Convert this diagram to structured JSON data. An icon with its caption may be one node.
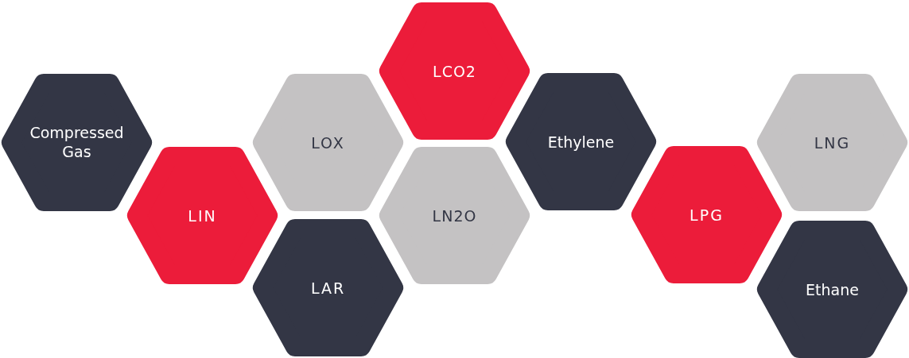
{
  "diagram": {
    "nodes": [
      {
        "text": [
          "Compressed Gas"
        ]
      },
      {
        "text": [
          "LIN"
        ]
      },
      {
        "text": [
          "LOX"
        ]
      },
      {
        "text": [
          "LAR"
        ]
      },
      {
        "text": [
          "LCO2"
        ]
      },
      {
        "text": [
          "LN2O"
        ]
      },
      {
        "text": [
          "Ethylene"
        ]
      },
      {
        "text": [
          "LPG"
        ]
      },
      {
        "text": [
          "LNG"
        ]
      },
      {
        "text": [
          "Ethane"
        ]
      }
    ]
  }
}
